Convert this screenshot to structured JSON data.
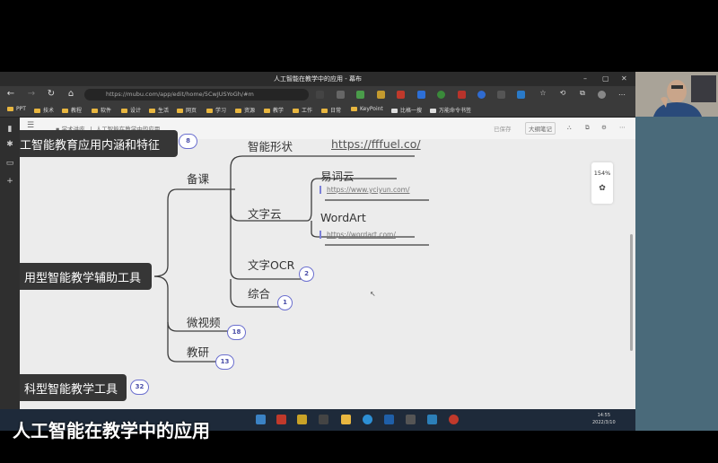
{
  "window": {
    "title": "人工智能在教学中的应用 - 幕布"
  },
  "browser": {
    "url": "https://mubu.com/app/edit/home/5CwJUSYoGh/#m",
    "bookmarks": [
      "PPT",
      "技术",
      "教程",
      "软件",
      "设计",
      "生活",
      "网页",
      "学习",
      "资源",
      "教学",
      "工作",
      "日常",
      "KeyPoint",
      "比格一搜",
      "万能命令书签"
    ]
  },
  "page": {
    "breadcrumb_parent": "学术讲座",
    "breadcrumb_current": "人工智能在教学中的应用",
    "saved_status": "已保存",
    "outline_button": "大纲笔记"
  },
  "mindmap": {
    "node_top": "工智能教育应用内涵和特征",
    "node_top_badge": "8",
    "node_tools": "用型智能教学辅助工具",
    "node_bottom": "科型智能教学工具",
    "node_bottom_badge": "32",
    "prep": "备课",
    "shape_tool": "智能形状",
    "shape_url": "https://fffuel.co/",
    "wordcloud": "文字云",
    "yiciyun": "易词云",
    "yiciyun_url": "https://www.yciyun.com/",
    "wordart": "WordArt",
    "wordart_url": "https://wordart.com/",
    "ocr": "文字OCR",
    "ocr_badge": "2",
    "general": "综合",
    "general_badge": "1",
    "microvideo": "微视频",
    "microvideo_badge": "18",
    "research": "教研",
    "research_badge": "13"
  },
  "zoom": "154%",
  "clock": {
    "time": "14:55",
    "date": "2022/3/10"
  },
  "caption": "人工智能在教学中的应用"
}
